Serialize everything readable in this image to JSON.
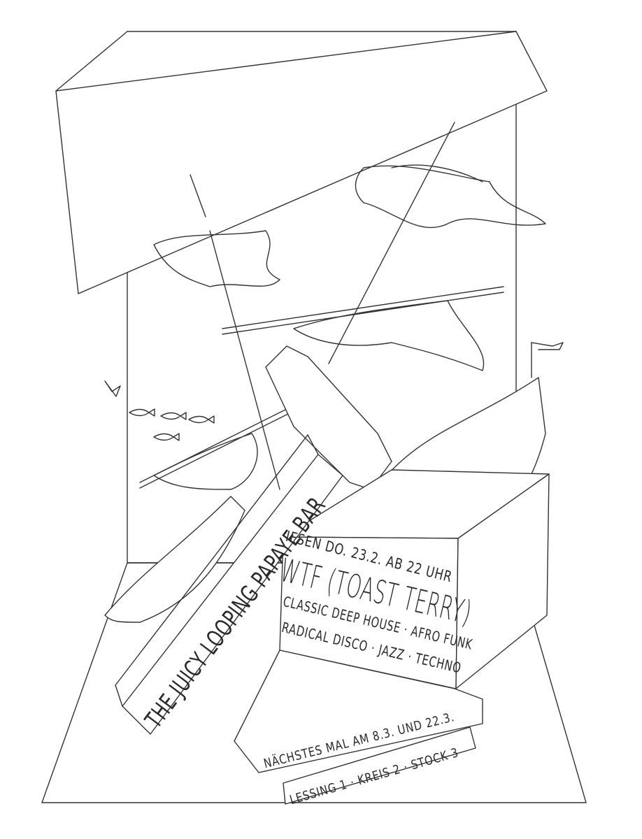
{
  "poster": {
    "bar_name": "THE JUICY LOOPING PAPAYE BAR",
    "date_line": "IESEN DO. 23.2. AB 22 UHR",
    "headliner": "WTF (TOAST TERRY)",
    "genres_1": "CLASSIC DEEP HOUSE · AFRO FUNK",
    "genres_2": "RADICAL DISCO · JAZZ · TECHNO",
    "next_dates": "NÄCHSTES MAL AM 8.3. UND 22.3.",
    "address": "LESSING 1 · KREIS 2 · STOCK 3"
  }
}
